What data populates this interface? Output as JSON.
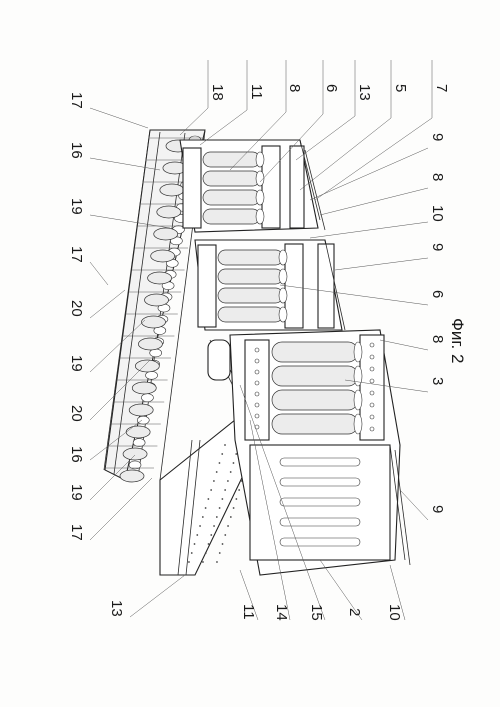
{
  "figure": {
    "caption": "Фиг. 2"
  },
  "reference_numerals": {
    "top": [
      "18",
      "11",
      "8",
      "6",
      "13",
      "5",
      "7"
    ],
    "left": [
      "17",
      "16",
      "19",
      "17",
      "20",
      "19",
      "20",
      "16",
      "19",
      "17",
      "13"
    ],
    "bottom": [
      "11",
      "14",
      "15",
      "2",
      "10"
    ],
    "right": [
      "9",
      "8",
      "10",
      "9",
      "6",
      "8",
      "3",
      "9"
    ],
    "top_left": "17"
  }
}
